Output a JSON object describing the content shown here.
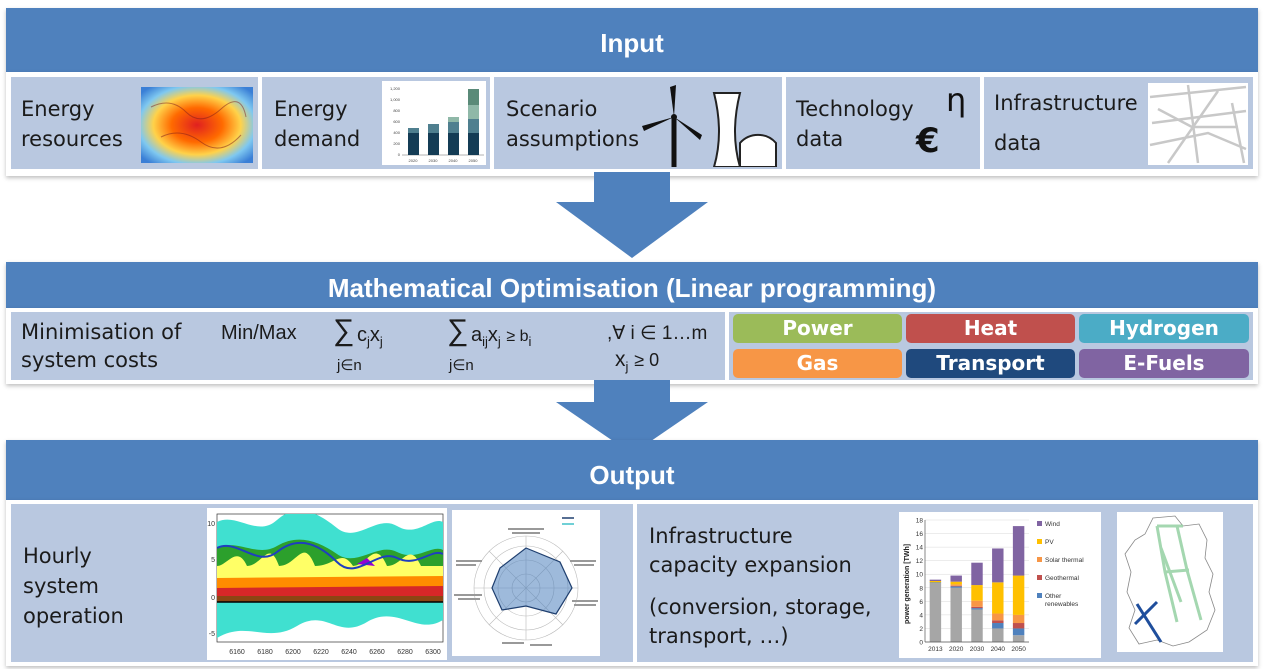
{
  "input": {
    "title": "Input",
    "items": [
      {
        "line1": "Energy",
        "line2": "resources"
      },
      {
        "line1": "Energy",
        "line2": "demand"
      },
      {
        "line1": "Scenario",
        "line2": "assumptions"
      },
      {
        "line1": "Technology",
        "line2": "data",
        "symbol_eta": "η",
        "symbol_euro": "€"
      },
      {
        "line1": "Infrastructure",
        "line2": "data"
      }
    ]
  },
  "optimisation": {
    "title": "Mathematical Optimisation (Linear programming)",
    "label_line1": "Minimisation of",
    "label_line2": "system costs",
    "minmax": "Min/Max",
    "objective": "c",
    "objective_sub": "j",
    "objective_var": "x",
    "objective_var_sub": "j",
    "sum_index": "j∈n",
    "constraint_coef": "a",
    "constraint_coef_sub": "ij",
    "constraint_var": "x",
    "constraint_var_sub": "j",
    "constraint_rel": "≥ b",
    "constraint_rhs_sub": "i",
    "forall": ",∀ i ∈ 1…m",
    "nonneg_var": "x",
    "nonneg_sub": "j",
    "nonneg_rel": "≥ 0",
    "sectors": [
      {
        "label": "Power",
        "color": "#9bbb59"
      },
      {
        "label": "Heat",
        "color": "#c0504d"
      },
      {
        "label": "Hydrogen",
        "color": "#4bacc6"
      },
      {
        "label": "Gas",
        "color": "#f79646"
      },
      {
        "label": "Transport",
        "color": "#1f497d"
      },
      {
        "label": "E-Fuels",
        "color": "#8064a2"
      }
    ]
  },
  "output": {
    "title": "Output",
    "left_line1": "Hourly",
    "left_line2": "system",
    "left_line3": "operation",
    "right_line1": "Infrastructure",
    "right_line2": "capacity expansion",
    "right_line3": "(conversion, storage,",
    "right_line4": "transport, …)"
  },
  "demand_chart": {
    "yticks": [
      "1,200",
      "1,000",
      "800",
      "600",
      "400",
      "200",
      "0"
    ],
    "xticks": [
      "2020",
      "2030",
      "2040",
      "2050"
    ]
  },
  "operation_chart": {
    "yticks": [
      "10",
      "5",
      "0",
      "-5"
    ],
    "xticks": [
      "6160",
      "6180",
      "6200",
      "6220",
      "6240",
      "6260",
      "6280",
      "6300"
    ]
  },
  "chart_data": {
    "type": "bar",
    "ylabel": "power generation [TWh]",
    "ylim": [
      0,
      18
    ],
    "yticks": [
      "18",
      "16",
      "14",
      "12",
      "10",
      "8",
      "6",
      "4",
      "2",
      "0"
    ],
    "categories": [
      "2013",
      "2020",
      "2030",
      "2040",
      "2050"
    ],
    "series": [
      {
        "name": "Wind",
        "color": "#8064a2",
        "values": [
          0.2,
          0.9,
          3.3,
          5.0,
          7.3
        ]
      },
      {
        "name": "PV",
        "color": "#ffc000",
        "values": [
          0.2,
          0.4,
          2.3,
          4.6,
          5.8
        ]
      },
      {
        "name": "Solar thermal",
        "color": "#f79646",
        "values": [
          0.0,
          0.2,
          0.9,
          1.0,
          1.2
        ]
      },
      {
        "name": "Geothermal",
        "color": "#c0504d",
        "values": [
          0.0,
          0.1,
          0.2,
          0.4,
          0.8
        ]
      },
      {
        "name": "Other renewables",
        "color": "#4f81bd",
        "values": [
          0.1,
          0.2,
          0.2,
          0.8,
          1.0
        ]
      },
      {
        "name": "",
        "color": "#a6a6a6",
        "values": [
          8.7,
          8.0,
          4.8,
          2.0,
          1.0
        ]
      }
    ]
  }
}
